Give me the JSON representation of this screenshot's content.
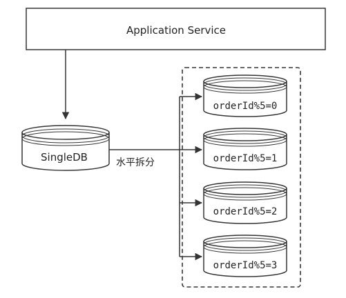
{
  "service_label": "Application Service",
  "single_db_label": "SingleDB",
  "split_label": "水平拆分",
  "shards": [
    {
      "label": "orderId%5=0"
    },
    {
      "label": "orderId%5=1"
    },
    {
      "label": "orderId%5=2"
    },
    {
      "label": "orderId%5=3"
    }
  ]
}
